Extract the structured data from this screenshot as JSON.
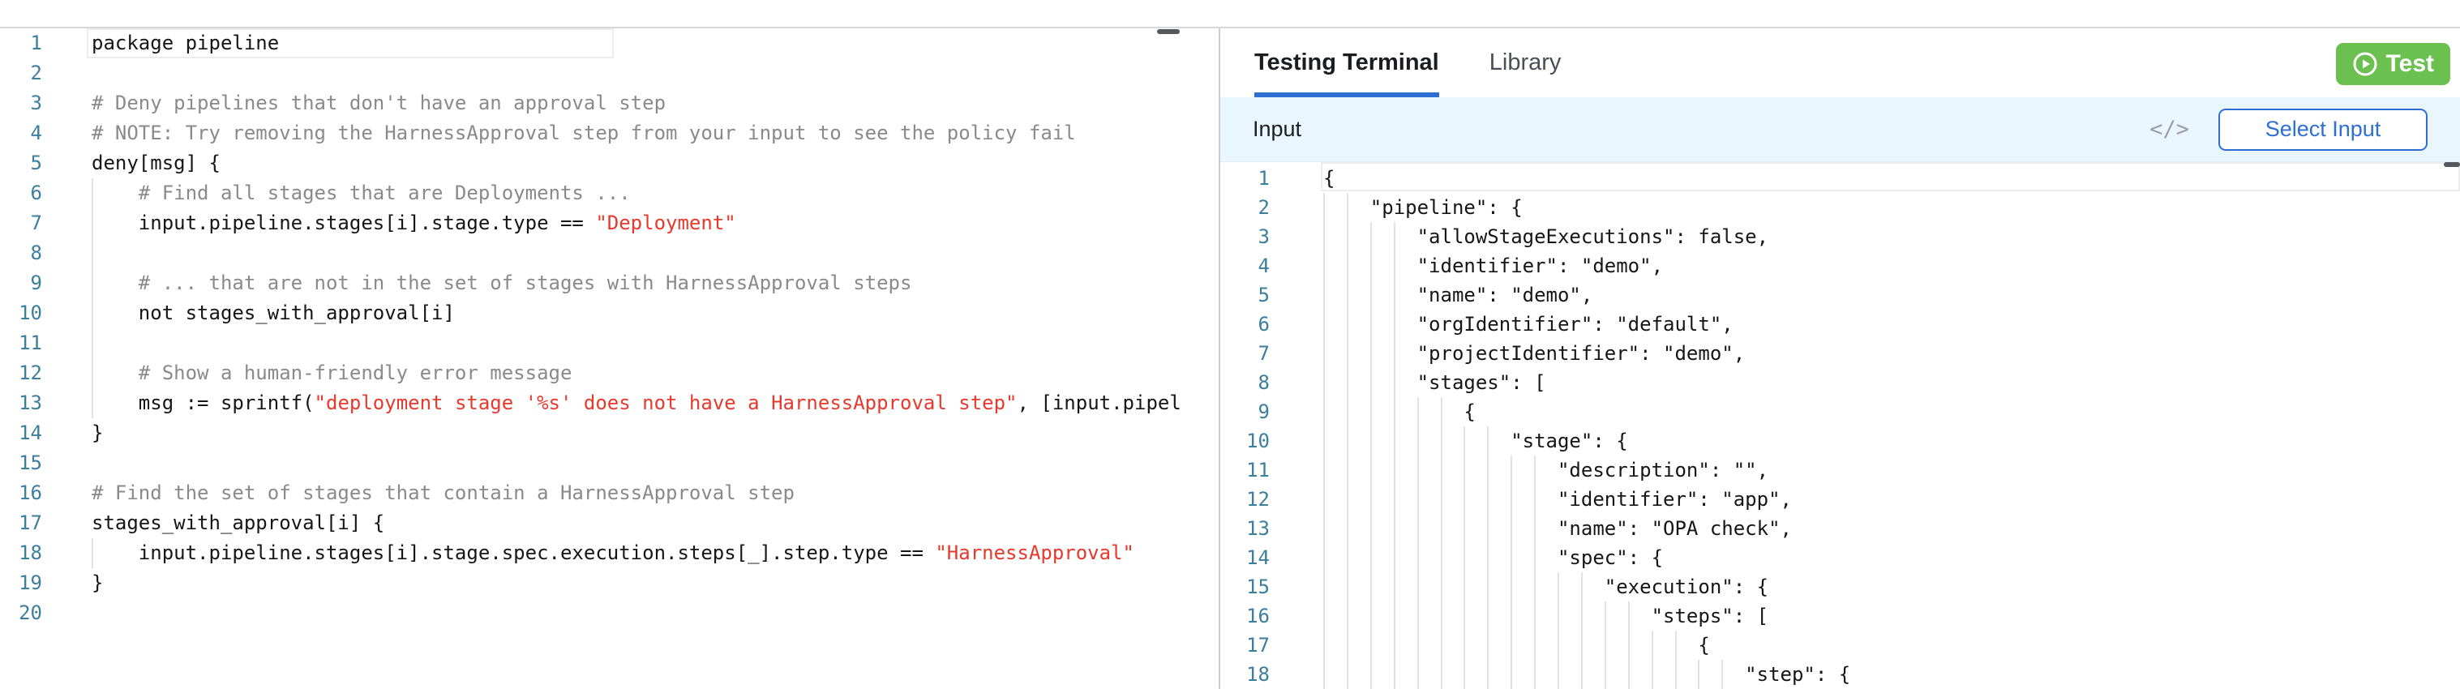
{
  "colors": {
    "accent_blue": "#2e6fd3",
    "test_green": "#6cc04f",
    "string_red": "#e8392c",
    "comment_gray": "#8a8a8a",
    "line_number_teal": "#3c7e9e",
    "input_bar_bg": "#eaf6fd"
  },
  "left_editor": {
    "lines": [
      {
        "n": "1",
        "segs": [
          [
            "code",
            "package pipeline"
          ]
        ],
        "guides": []
      },
      {
        "n": "2",
        "segs": [],
        "guides": []
      },
      {
        "n": "3",
        "segs": [
          [
            "com",
            "# Deny pipelines that don't have an approval step"
          ]
        ],
        "guides": []
      },
      {
        "n": "4",
        "segs": [
          [
            "com",
            "# NOTE: Try removing the HarnessApproval step from your input to see the policy fail"
          ]
        ],
        "guides": []
      },
      {
        "n": "5",
        "segs": [
          [
            "code",
            "deny[msg] {"
          ]
        ],
        "guides": []
      },
      {
        "n": "6",
        "segs": [
          [
            "code",
            "    "
          ],
          [
            "com",
            "# Find all stages that are Deployments ..."
          ]
        ],
        "guides": [
          0
        ]
      },
      {
        "n": "7",
        "segs": [
          [
            "code",
            "    input.pipeline.stages[i].stage.type == "
          ],
          [
            "str",
            "\"Deployment\""
          ]
        ],
        "guides": [
          0
        ]
      },
      {
        "n": "8",
        "segs": [],
        "guides": [
          0
        ]
      },
      {
        "n": "9",
        "segs": [
          [
            "code",
            "    "
          ],
          [
            "com",
            "# ... that are not in the set of stages with HarnessApproval steps"
          ]
        ],
        "guides": [
          0
        ]
      },
      {
        "n": "10",
        "segs": [
          [
            "code",
            "    not stages_with_approval[i]"
          ]
        ],
        "guides": [
          0
        ]
      },
      {
        "n": "11",
        "segs": [],
        "guides": [
          0
        ]
      },
      {
        "n": "12",
        "segs": [
          [
            "code",
            "    "
          ],
          [
            "com",
            "# Show a human-friendly error message"
          ]
        ],
        "guides": [
          0
        ]
      },
      {
        "n": "13",
        "segs": [
          [
            "code",
            "    msg := sprintf("
          ],
          [
            "str",
            "\"deployment stage '%s' does not have a HarnessApproval step\""
          ],
          [
            "code",
            ", [input.pipel"
          ]
        ],
        "guides": [
          0
        ]
      },
      {
        "n": "14",
        "segs": [
          [
            "code",
            "}"
          ]
        ],
        "guides": []
      },
      {
        "n": "15",
        "segs": [],
        "guides": []
      },
      {
        "n": "16",
        "segs": [
          [
            "com",
            "# Find the set of stages that contain a HarnessApproval step"
          ]
        ],
        "guides": []
      },
      {
        "n": "17",
        "segs": [
          [
            "code",
            "stages_with_approval[i] {"
          ]
        ],
        "guides": []
      },
      {
        "n": "18",
        "segs": [
          [
            "code",
            "    input.pipeline.stages[i].stage.spec.execution.steps[_].step.type == "
          ],
          [
            "str",
            "\"HarnessApproval\""
          ]
        ],
        "guides": [
          0
        ]
      },
      {
        "n": "19",
        "segs": [
          [
            "code",
            "}"
          ]
        ],
        "guides": []
      },
      {
        "n": "20",
        "segs": [],
        "guides": []
      }
    ]
  },
  "right_panel": {
    "tabs": [
      {
        "label": "Testing Terminal",
        "active": true
      },
      {
        "label": "Library",
        "active": false
      }
    ],
    "test_button": {
      "label": "Test"
    },
    "input_bar": {
      "title": "Input",
      "code_icon": "</>",
      "select_button": "Select Input"
    },
    "input_editor": {
      "lines": [
        "{",
        "    \"pipeline\": {",
        "        \"allowStageExecutions\": false,",
        "        \"identifier\": \"demo\",",
        "        \"name\": \"demo\",",
        "        \"orgIdentifier\": \"default\",",
        "        \"projectIdentifier\": \"demo\",",
        "        \"stages\": [",
        "            {",
        "                \"stage\": {",
        "                    \"description\": \"\",",
        "                    \"identifier\": \"app\",",
        "                    \"name\": \"OPA check\",",
        "                    \"spec\": {",
        "                        \"execution\": {",
        "                            \"steps\": [",
        "                                {",
        "                                    \"step\": {"
      ]
    }
  }
}
